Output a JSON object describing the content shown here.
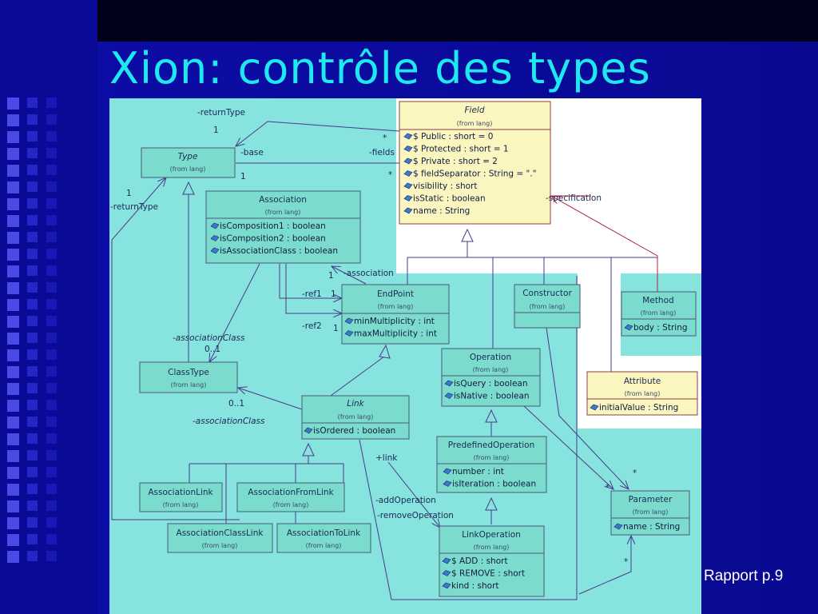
{
  "slide": {
    "title": "Xion: contrôle des types",
    "footer": "Rapport p.9",
    "colors": {
      "background": "#0b0ba0",
      "title": "#1ee8f0",
      "canvas": "#86e3dd",
      "class_fill": "#7bdccd",
      "interface_fill": "#fbf6c0"
    }
  },
  "diagram": {
    "from_lang": "(from lang)",
    "classes": {
      "field": {
        "name": "Field",
        "attrs": [
          "$ Public : short = 0",
          "$ Protected : short = 1",
          "$ Private : short = 2",
          "$ fieldSeparator : String = \".\"",
          "visibility : short",
          "isStatic : boolean",
          "name : String"
        ]
      },
      "type": {
        "name": "Type",
        "attrs": []
      },
      "association": {
        "name": "Association",
        "attrs": [
          "isComposition1 : boolean",
          "isComposition2 : boolean",
          "isAssociationClass : boolean"
        ]
      },
      "endpoint": {
        "name": "EndPoint",
        "attrs": [
          "minMultiplicity : int",
          "maxMultiplicity : int"
        ]
      },
      "constructor": {
        "name": "Constructor",
        "attrs": []
      },
      "method": {
        "name": "Method",
        "attrs": [
          "body : String"
        ]
      },
      "classtype": {
        "name": "ClassType",
        "attrs": []
      },
      "operation": {
        "name": "Operation",
        "attrs": [
          "isQuery : boolean",
          "isNative : boolean"
        ]
      },
      "attribute": {
        "name": "Attribute",
        "attrs": [
          "initialValue : String"
        ]
      },
      "link": {
        "name": "Link",
        "attrs": [
          "isOrdered : boolean"
        ]
      },
      "predefinedoperation": {
        "name": "PredefinedOperation",
        "attrs": [
          "number : int",
          "isIteration : boolean"
        ]
      },
      "associationlink": {
        "name": "AssociationLink",
        "attrs": []
      },
      "associationfromlink": {
        "name": "AssociationFromLink",
        "attrs": []
      },
      "associationclasslink": {
        "name": "AssociationClassLink",
        "attrs": []
      },
      "associationtolink": {
        "name": "AssociationToLink",
        "attrs": []
      },
      "parameter": {
        "name": "Parameter",
        "attrs": [
          "name : String"
        ]
      },
      "linkoperation": {
        "name": "LinkOperation",
        "attrs": [
          "$ ADD : short",
          "$ REMOVE : short",
          "kind : short"
        ]
      }
    },
    "labels": {
      "returnType_top": "-returnType",
      "one_top": "1",
      "base": "-base",
      "star_fields1": "*",
      "fields": "-fields",
      "star_fields2": "*",
      "one_base": "1",
      "one_left": "1",
      "returnType_left": "-returnType",
      "specification": "-specification",
      "one_assoc": "1",
      "association": "-association",
      "ref1": "-ref1",
      "one_ref1": "1",
      "ref2": "-ref2",
      "one_ref2": "1",
      "associationClass_top": "-associationClass",
      "mult_01_top": "0..1",
      "mult_01_bottom": "0..1",
      "associationClass_bottom": "-associationClass",
      "link": "+link",
      "addOperation": "-addOperation",
      "removeOperation": "-removeOperation",
      "star_param1": "*",
      "star_param2": "*",
      "star_param3": "*"
    }
  }
}
